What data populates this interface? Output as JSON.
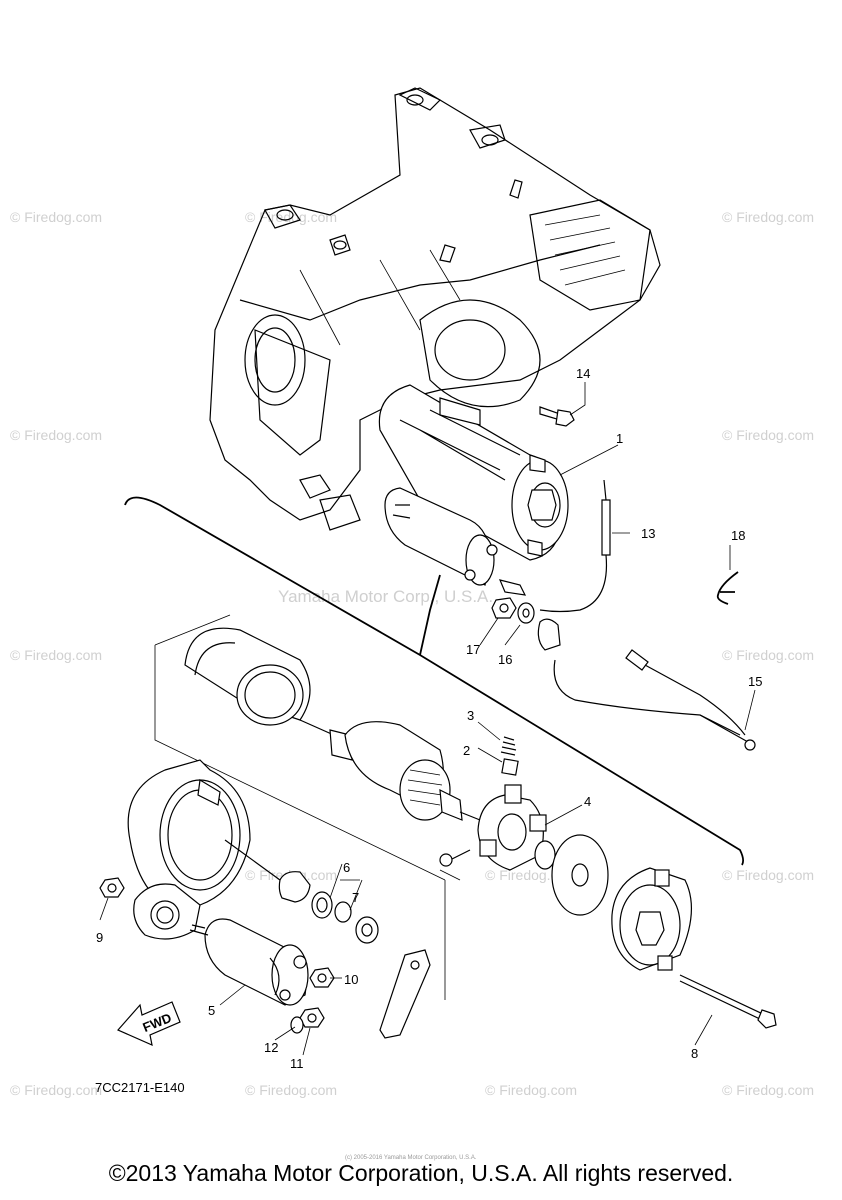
{
  "watermarks": {
    "site": "© Firedog.com",
    "center": "Yamaha Motor Corp., U.S.A."
  },
  "callouts": {
    "p1": "1",
    "p2": "2",
    "p3": "3",
    "p4": "4",
    "p5": "5",
    "p6": "6",
    "p7": "7",
    "p8": "8",
    "p9": "9",
    "p10": "10",
    "p11": "11",
    "p12": "12",
    "p13": "13",
    "p14": "14",
    "p15": "15",
    "p16": "16",
    "p17": "17",
    "p18": "18"
  },
  "fwd_label": "FWD",
  "diagram_code": "7CC2171-E140",
  "micro_copyright": "(c) 2005-2016 Yamaha Motor Corporation, U.S.A.",
  "copyright": "©2013 Yamaha Motor Corporation, U.S.A. All rights reserved."
}
